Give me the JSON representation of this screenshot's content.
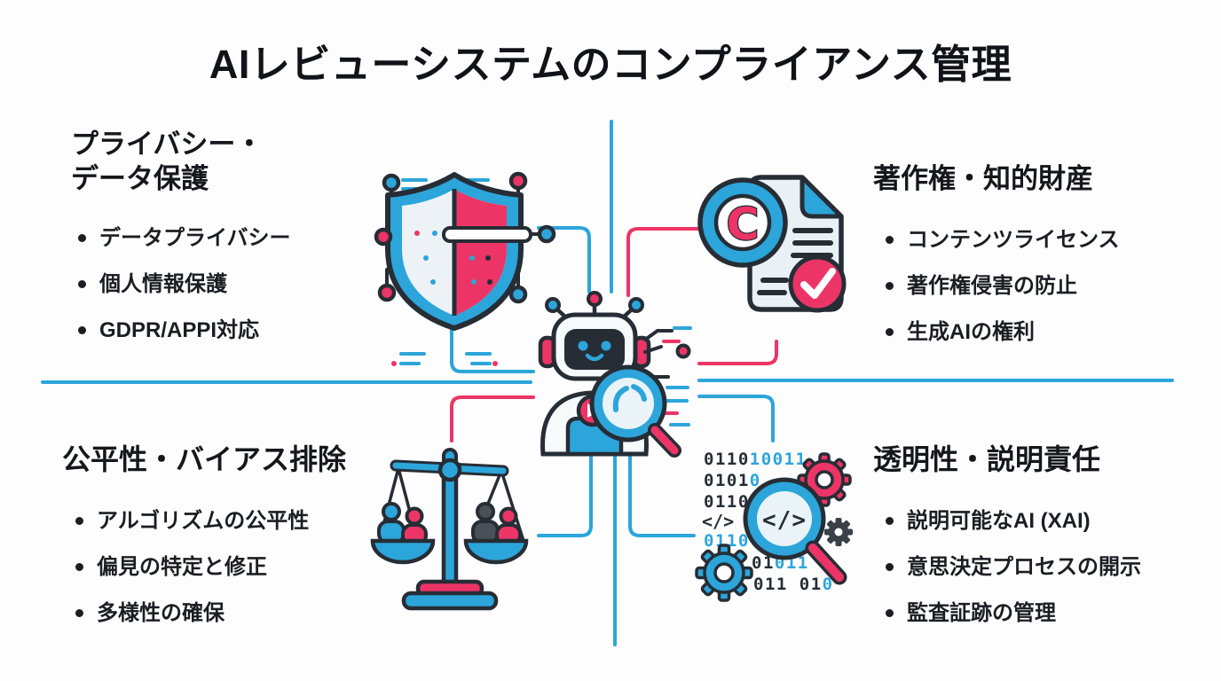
{
  "title": "AIレビューシステムのコンプライアンス管理",
  "colors": {
    "accent_blue": "#2CA5DA",
    "accent_pink": "#EC3566",
    "outline_dark": "#262D35"
  },
  "quadrants": {
    "top_left": {
      "heading_line1": "プライバシー・",
      "heading_line2": "データ保護",
      "icon": "shield-circuit-icon",
      "items": [
        "データプライバシー",
        "個人情報保護",
        "GDPR/APPI対応"
      ]
    },
    "top_right": {
      "heading": "著作権・知的財産",
      "icon": "copyright-document-icon",
      "items": [
        "コンテンツライセンス",
        "著作権侵害の防止",
        "生成AIの権利"
      ]
    },
    "bottom_left": {
      "heading": "公平性・バイアス排除",
      "icon": "balance-scale-icon",
      "items": [
        "アルゴリズムの公平性",
        "偏見の特定と修正",
        "多様性の確保"
      ]
    },
    "bottom_right": {
      "heading": "透明性・説明責任",
      "icon": "code-audit-magnifier-icon",
      "items": [
        "説明可能なAI (XAI)",
        "意思決定プロセスの開示",
        "監査証跡の管理"
      ]
    }
  },
  "center": {
    "icon": "ai-review-robot-icon"
  },
  "code_icon_text": {
    "line1_dark": "0110",
    "line1_blue": "10011",
    "line2_dark": "0101",
    "line2_blue": "0",
    "line3_dark": "0110",
    "code_tag_left": "</>",
    "line4_blue": "0110",
    "line5_dark": "01",
    "line5_blue": "011",
    "line6_dark": "011 01",
    "line6_blue": "0",
    "glass_code_tag": "</>"
  }
}
